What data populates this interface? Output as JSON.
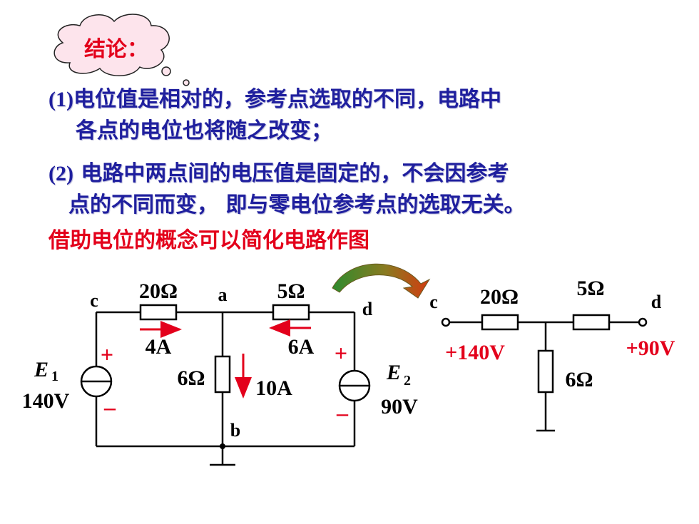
{
  "callout": {
    "label": "结论："
  },
  "conclusions": [
    {
      "num": "(1)",
      "line1": "电位值是相对的，参考点选取的不同，电路中",
      "line2": "各点的电位也将随之改变；"
    },
    {
      "num": "(2)",
      "line1": " 电路中两点间的电压值是固定的，不会因参考",
      "line2": "点的不同而变， 即与零电位参考点的选取无关。"
    }
  ],
  "highlight": "借助电位的概念可以简化电路作图",
  "circuit_left": {
    "node_c": "c",
    "node_a": "a",
    "node_d": "d",
    "node_b": "b",
    "r1": "20Ω",
    "r2": "5Ω",
    "r3": "6Ω",
    "i1": "4A",
    "i2": "6A",
    "i3": "10A",
    "e1_name": "E",
    "e1_sub": "1",
    "e1_value": "140V",
    "e2_name": "E",
    "e2_sub": "2",
    "e2_value": "90V",
    "plus": "+",
    "minus": "–"
  },
  "circuit_right": {
    "node_c": "c",
    "node_d": "d",
    "r1": "20Ω",
    "r2": "5Ω",
    "r3": "6Ω",
    "vc": "+140V",
    "vd": "+90V"
  },
  "colors": {
    "text_blue": "#1f1f9e",
    "accent_red": "#e3001b",
    "callout_fill": "#fde4ec"
  }
}
